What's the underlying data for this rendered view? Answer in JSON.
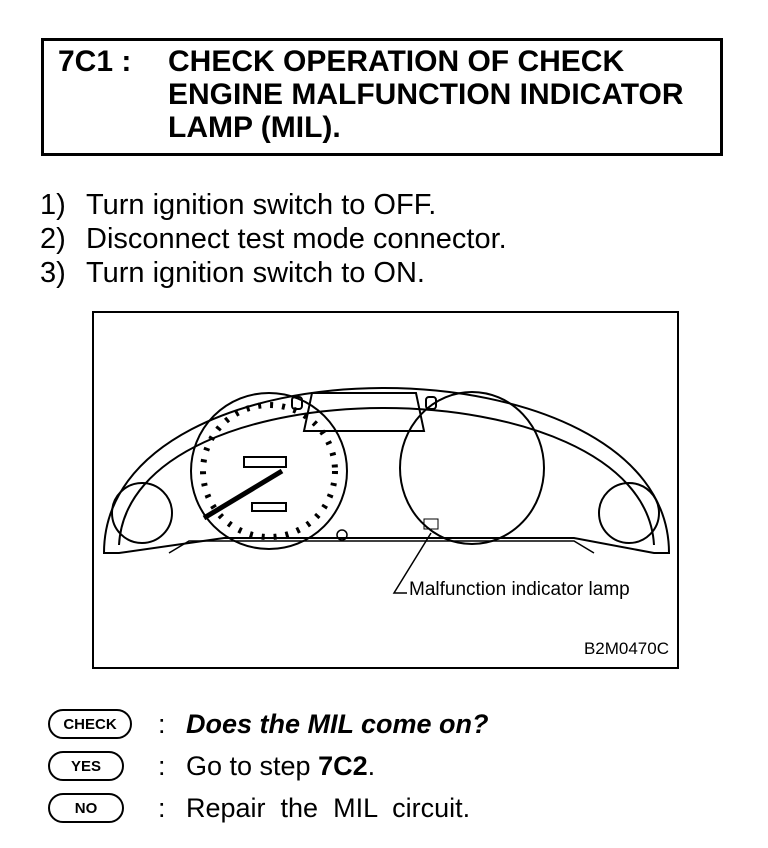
{
  "header": {
    "step_number": "7C1 :",
    "title": "CHECK OPERATION OF CHECK ENGINE MALFUNCTION INDICATOR LAMP (MIL)."
  },
  "steps": [
    {
      "num": "1)",
      "text": "Turn ignition switch to OFF."
    },
    {
      "num": "2)",
      "text": "Disconnect test mode connector."
    },
    {
      "num": "3)",
      "text": "Turn ignition switch to ON."
    }
  ],
  "figure": {
    "callout": "Malfunction indicator lamp",
    "code": "B2M0470C"
  },
  "answers": {
    "check": {
      "badge": "CHECK",
      "colon": ":",
      "text": "Does the MIL come on?"
    },
    "yes": {
      "badge": "YES",
      "colon": ":",
      "text_prefix": "Go to step ",
      "step": "7C2",
      "suffix": "."
    },
    "no": {
      "badge": "NO",
      "colon": ":",
      "text": "Repair  the  MIL  circuit."
    }
  }
}
